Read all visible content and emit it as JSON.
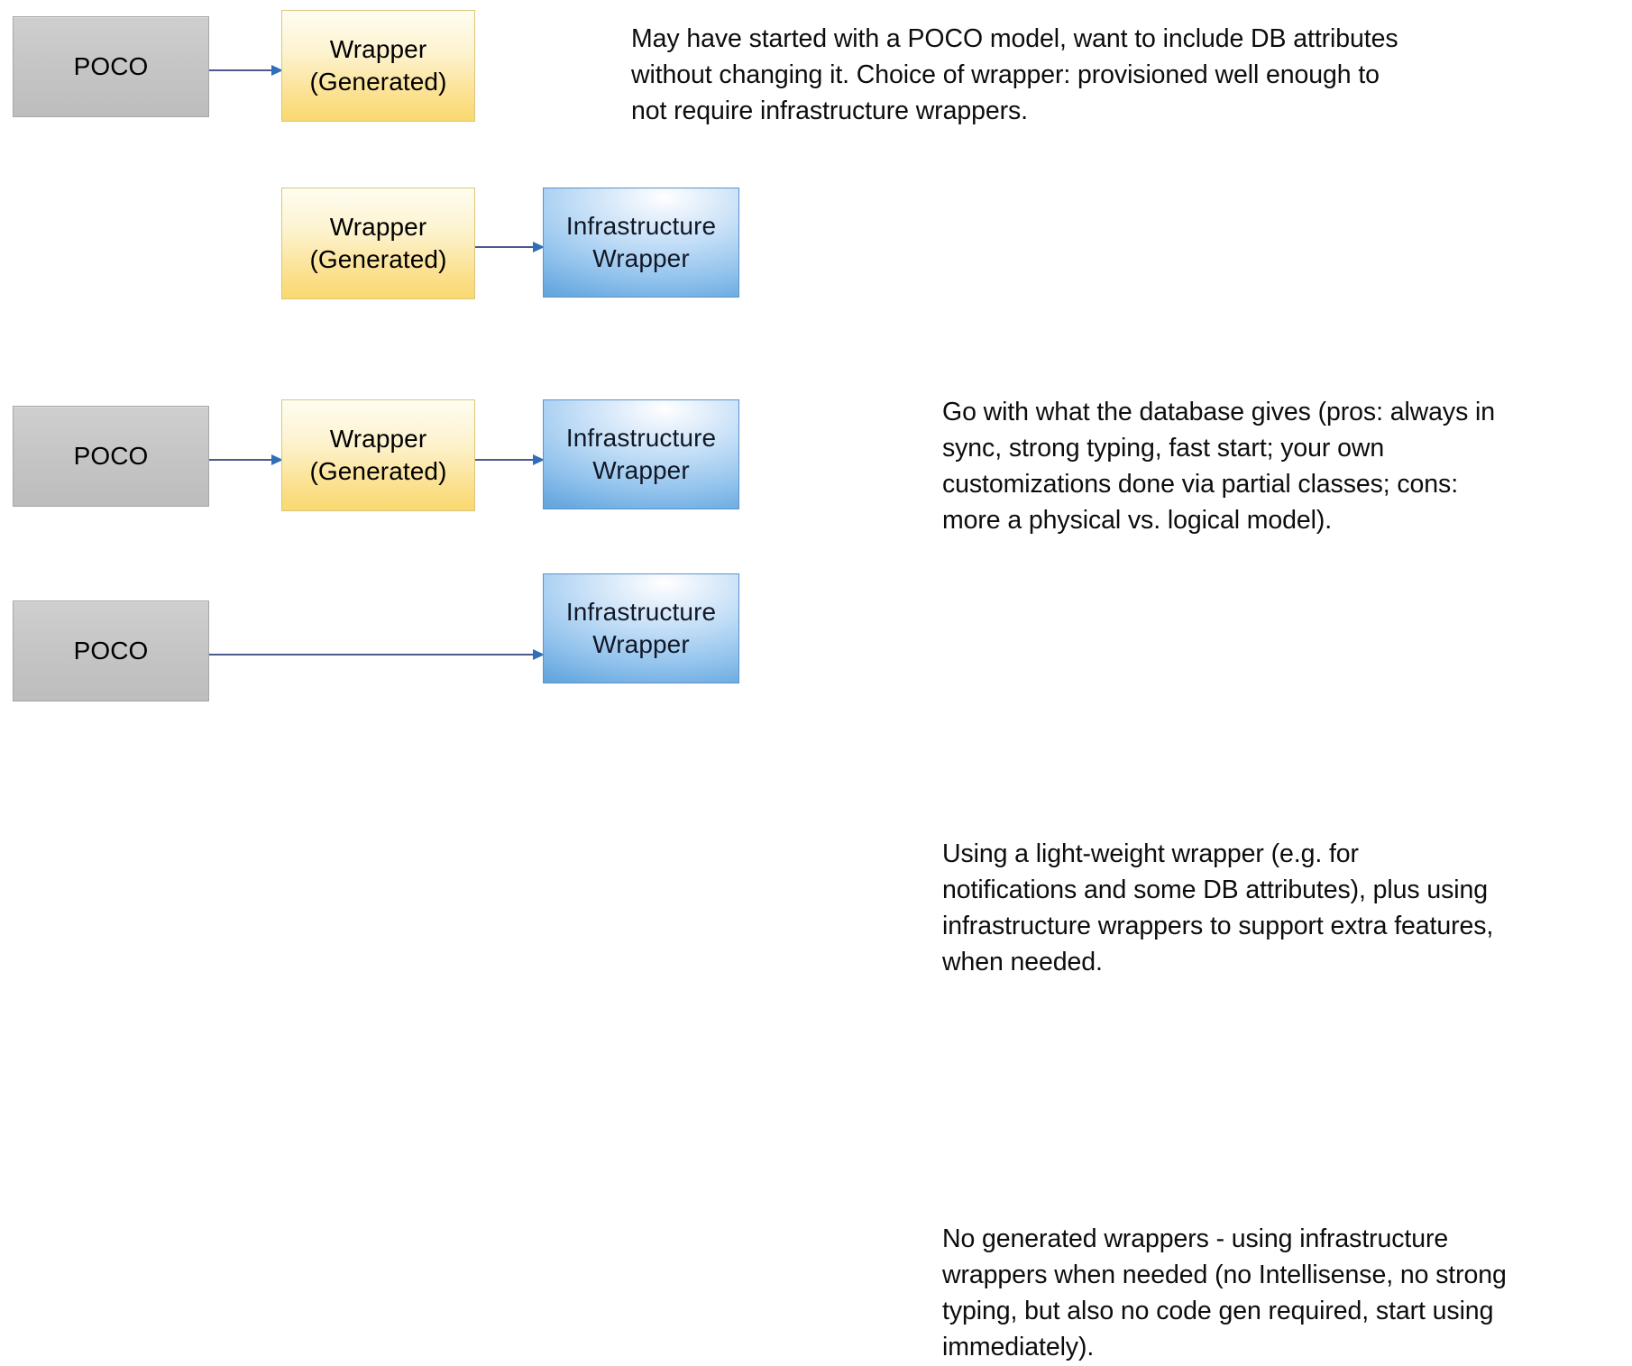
{
  "diagram": {
    "title": "POCO / Wrapper / Infrastructure Wrapper options",
    "colors": {
      "poco_fill": "#c6c6c6",
      "poco_border": "#a6a6a6",
      "wrapper_fill": "#fbe08e",
      "wrapper_border": "#d9c67d",
      "infra_fill": "#8fc1ec",
      "infra_border": "#5b93c9",
      "arrow_shaft": "#4a5a8c",
      "arrow_head": "#2f6fba",
      "text": "#0d0d0d",
      "background": "#ffffff"
    },
    "labels": {
      "poco": "POCO",
      "wrapper_generated_line1": "Wrapper",
      "wrapper_generated_line2": "(Generated)",
      "infrastructure_line1": "Infrastructure",
      "infrastructure_line2": "Wrapper"
    },
    "rows": [
      {
        "id": "row-1",
        "nodes": [
          "POCO",
          "Wrapper (Generated)"
        ],
        "arrows": [
          "POCO -> Wrapper (Generated)"
        ],
        "note_lines": [
          "May have started with a POCO model, want to include DB attributes",
          "without changing it. Choice of wrapper: provisioned well enough to",
          "not require infrastructure wrappers."
        ]
      },
      {
        "id": "row-2",
        "nodes": [
          "Wrapper (Generated)",
          "Infrastructure Wrapper"
        ],
        "arrows": [
          "Wrapper (Generated) -> Infrastructure Wrapper"
        ],
        "note_lines": [
          "Go with what the database gives (pros: always in",
          "sync, strong typing, fast start; your own",
          "customizations done via partial classes; cons:",
          "more a physical vs. logical model)."
        ]
      },
      {
        "id": "row-3",
        "nodes": [
          "POCO",
          "Wrapper (Generated)",
          "Infrastructure Wrapper"
        ],
        "arrows": [
          "POCO -> Wrapper (Generated)",
          "Wrapper (Generated) -> Infrastructure Wrapper"
        ],
        "note_lines": [
          "Using a light-weight wrapper (e.g. for",
          "notifications and some DB attributes), plus using",
          "infrastructure wrappers to support extra features,",
          "when needed."
        ]
      },
      {
        "id": "row-4",
        "nodes": [
          "POCO",
          "Infrastructure Wrapper"
        ],
        "arrows": [
          "POCO -> Infrastructure Wrapper"
        ],
        "note_lines": [
          "No generated wrappers - using infrastructure",
          "wrappers when needed (no Intellisense, no strong",
          "typing, but also no code gen required, start using",
          "immediately)."
        ]
      }
    ]
  }
}
